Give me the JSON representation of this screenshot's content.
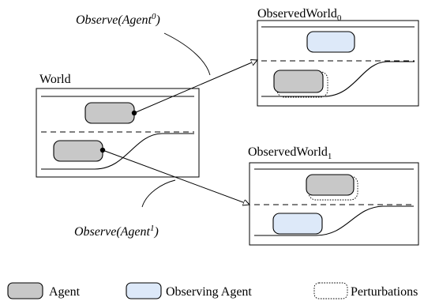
{
  "labels": {
    "world": "World",
    "observed_world_0": "ObservedWorld",
    "observed_world_0_sub": "0",
    "observed_world_1": "ObservedWorld",
    "observed_world_1_sub": "1",
    "observe_0_prefix": "Observe(Agent",
    "observe_0_sup": "0",
    "observe_0_suffix": ")",
    "observe_1_prefix": "Observe(Agent",
    "observe_1_sup": "1",
    "observe_1_suffix": ")"
  },
  "legend": {
    "agent": "Agent",
    "observing_agent": "Observing Agent",
    "perturbations": "Perturbations"
  },
  "colors": {
    "agent": "#c8c8c8",
    "observing_agent": "#dde9f9"
  }
}
